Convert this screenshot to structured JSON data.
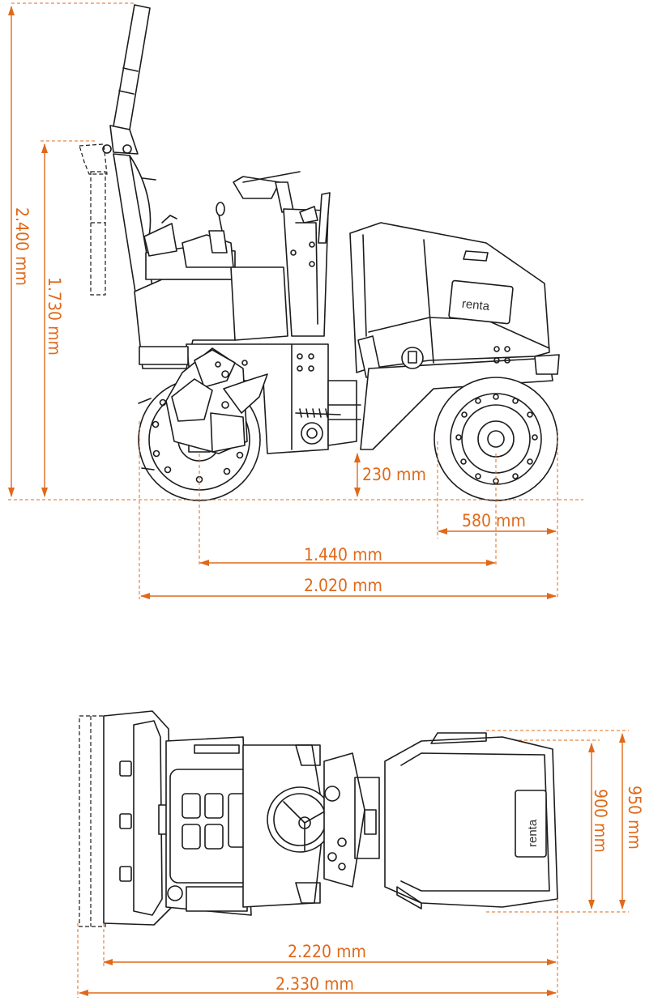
{
  "brand": {
    "logo": "renta",
    "accent_color": "#e0691a",
    "line_color": "#1c1c1c"
  },
  "side_view": {
    "height_with_handle": "2.400 mm",
    "height_folded": "1.730 mm",
    "ground_clearance": "230 mm",
    "overhang": "580 mm",
    "wheelbase": "1.440 mm",
    "overall_length": "2.020 mm"
  },
  "top_view": {
    "drum_width": "900 mm",
    "overall_width": "950 mm",
    "length": "2.220 mm",
    "length_with_handle": "2.330 mm"
  }
}
